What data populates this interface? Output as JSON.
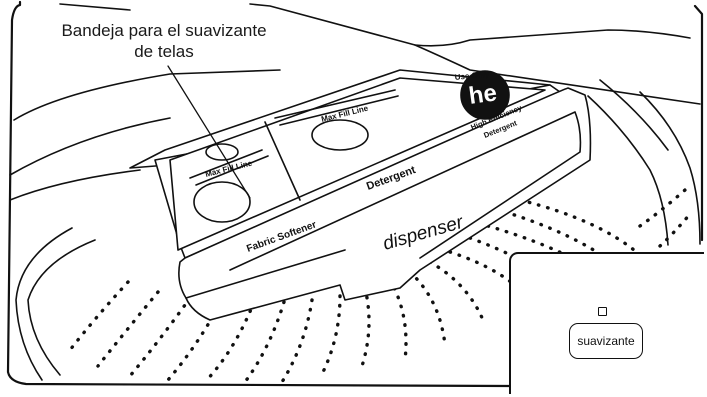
{
  "callout": {
    "line1": "Bandeja para el suavizante",
    "line2": "de telas"
  },
  "dispenser": {
    "front_label": "dispenser",
    "fabric_softener_label": "Fabric Softener",
    "detergent_label": "Detergent",
    "max_fill_line_label": "Max Fill Line",
    "he_badge": {
      "top_text": "Use Only",
      "logo_text": "he",
      "bottom_text_line1": "High Efficiency",
      "bottom_text_line2": "Detergent"
    }
  },
  "control_inset": {
    "button_label": "suavizante"
  }
}
